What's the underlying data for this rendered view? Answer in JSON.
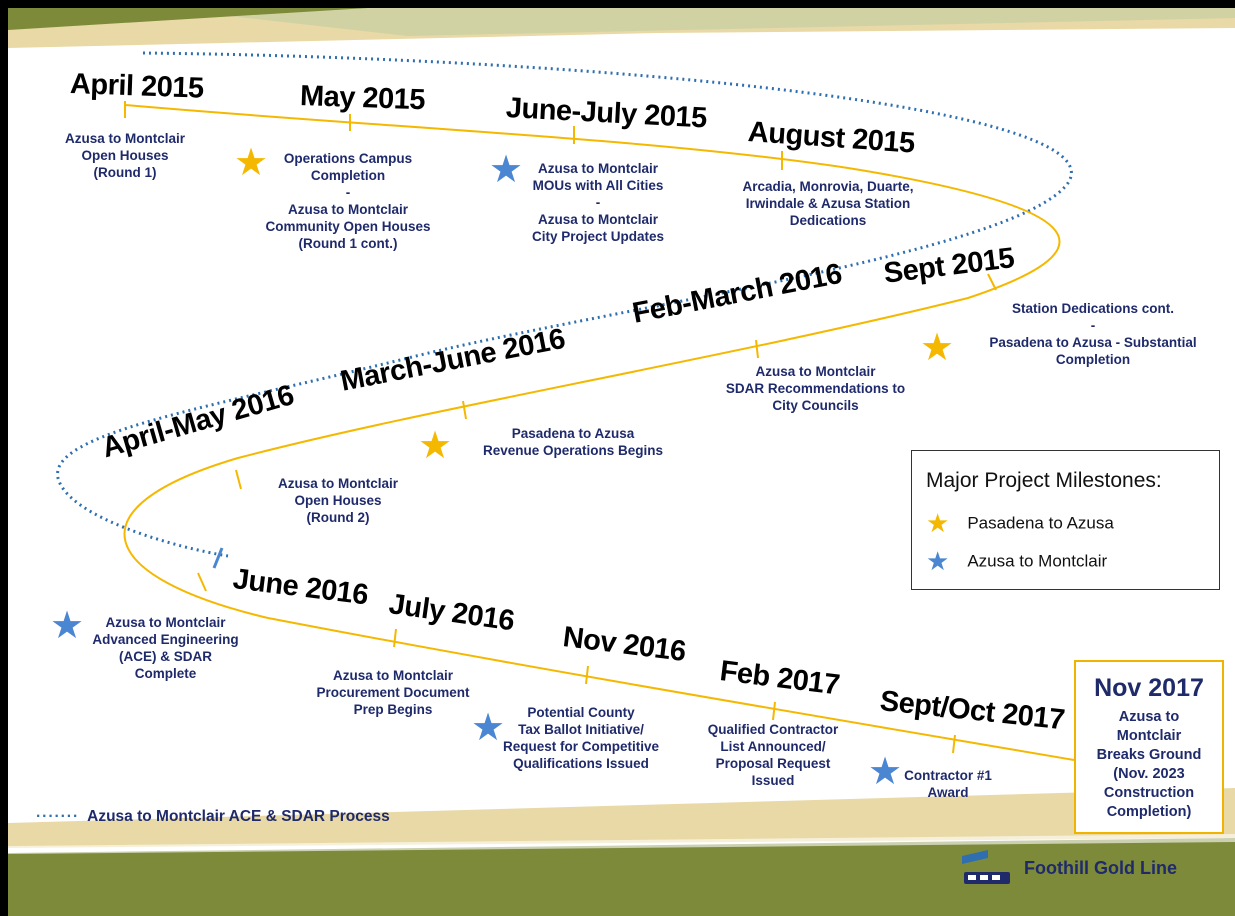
{
  "legend": {
    "title": "Major Project Milestones:",
    "items": [
      {
        "label": "Pasadena to Azusa",
        "color": "#f5b800",
        "icon": "gold-star-icon"
      },
      {
        "label": "Azusa to Montclair",
        "color": "#4a86d1",
        "icon": "blue-star-icon"
      }
    ]
  },
  "milestones": [
    {
      "date": "April 2015",
      "lines": [
        "Azusa to Montclair",
        "Open Houses",
        "(Round 1)"
      ]
    },
    {
      "date": "May 2015",
      "lines": [
        "Operations Campus",
        "Completion",
        "-",
        "Azusa to Montclair",
        "Community Open Houses",
        "(Round 1 cont.)"
      ]
    },
    {
      "date": "June-July 2015",
      "lines": [
        "Azusa to Montclair",
        "MOUs with All Cities",
        "-",
        "Azusa to Montclair",
        "City  Project Updates"
      ]
    },
    {
      "date": "August 2015",
      "lines": [
        "Arcadia, Monrovia, Duarte,",
        "Irwindale & Azusa Station",
        "Dedications"
      ]
    },
    {
      "date": "Sept 2015",
      "lines": [
        "Station Dedications cont.",
        "-",
        "Pasadena to Azusa - Substantial",
        "Completion"
      ]
    },
    {
      "date": "Feb-March 2016",
      "lines": [
        "Azusa to Montclair",
        "SDAR Recommendations to",
        "City Councils"
      ]
    },
    {
      "date": "March-June 2016",
      "lines": [
        "Pasadena to Azusa",
        "Revenue Operations Begins"
      ]
    },
    {
      "date": "April-May 2016",
      "lines": [
        "Azusa to Montclair",
        "Open Houses",
        "(Round 2)"
      ]
    },
    {
      "date": "June 2016",
      "lines": [
        "Azusa to Montclair",
        "Advanced Engineering",
        "(ACE) & SDAR",
        "Complete"
      ]
    },
    {
      "date": "July 2016",
      "lines": [
        "Azusa to Montclair",
        "Procurement Document",
        "Prep Begins"
      ]
    },
    {
      "date": "Nov 2016",
      "lines": [
        "Potential County",
        "Tax Ballot Initiative/",
        "Request for  Competitive",
        "Qualifications Issued"
      ]
    },
    {
      "date": "Feb 2017",
      "lines": [
        "Qualified  Contractor",
        "List Announced/",
        "Proposal Request",
        "Issued"
      ]
    },
    {
      "date": "Sept/Oct 2017",
      "lines": [
        "Contractor #1",
        "Award"
      ]
    }
  ],
  "final_milestone": {
    "date": "Nov 2017",
    "lines": [
      "Azusa to",
      "Montclair",
      "Breaks Ground",
      "(Nov. 2023",
      "Construction",
      "Completion)"
    ]
  },
  "footer": {
    "dots": "·······",
    "note": "Azusa to Montclair ACE & SDAR Process",
    "brand": "Foothill Gold Line"
  },
  "colors": {
    "timeline": "#f5b800",
    "process_line": "#2f6fb0",
    "text": "#1f2a6b",
    "band_olive": "#7d8a3a",
    "band_tan": "#e8d9a6"
  }
}
